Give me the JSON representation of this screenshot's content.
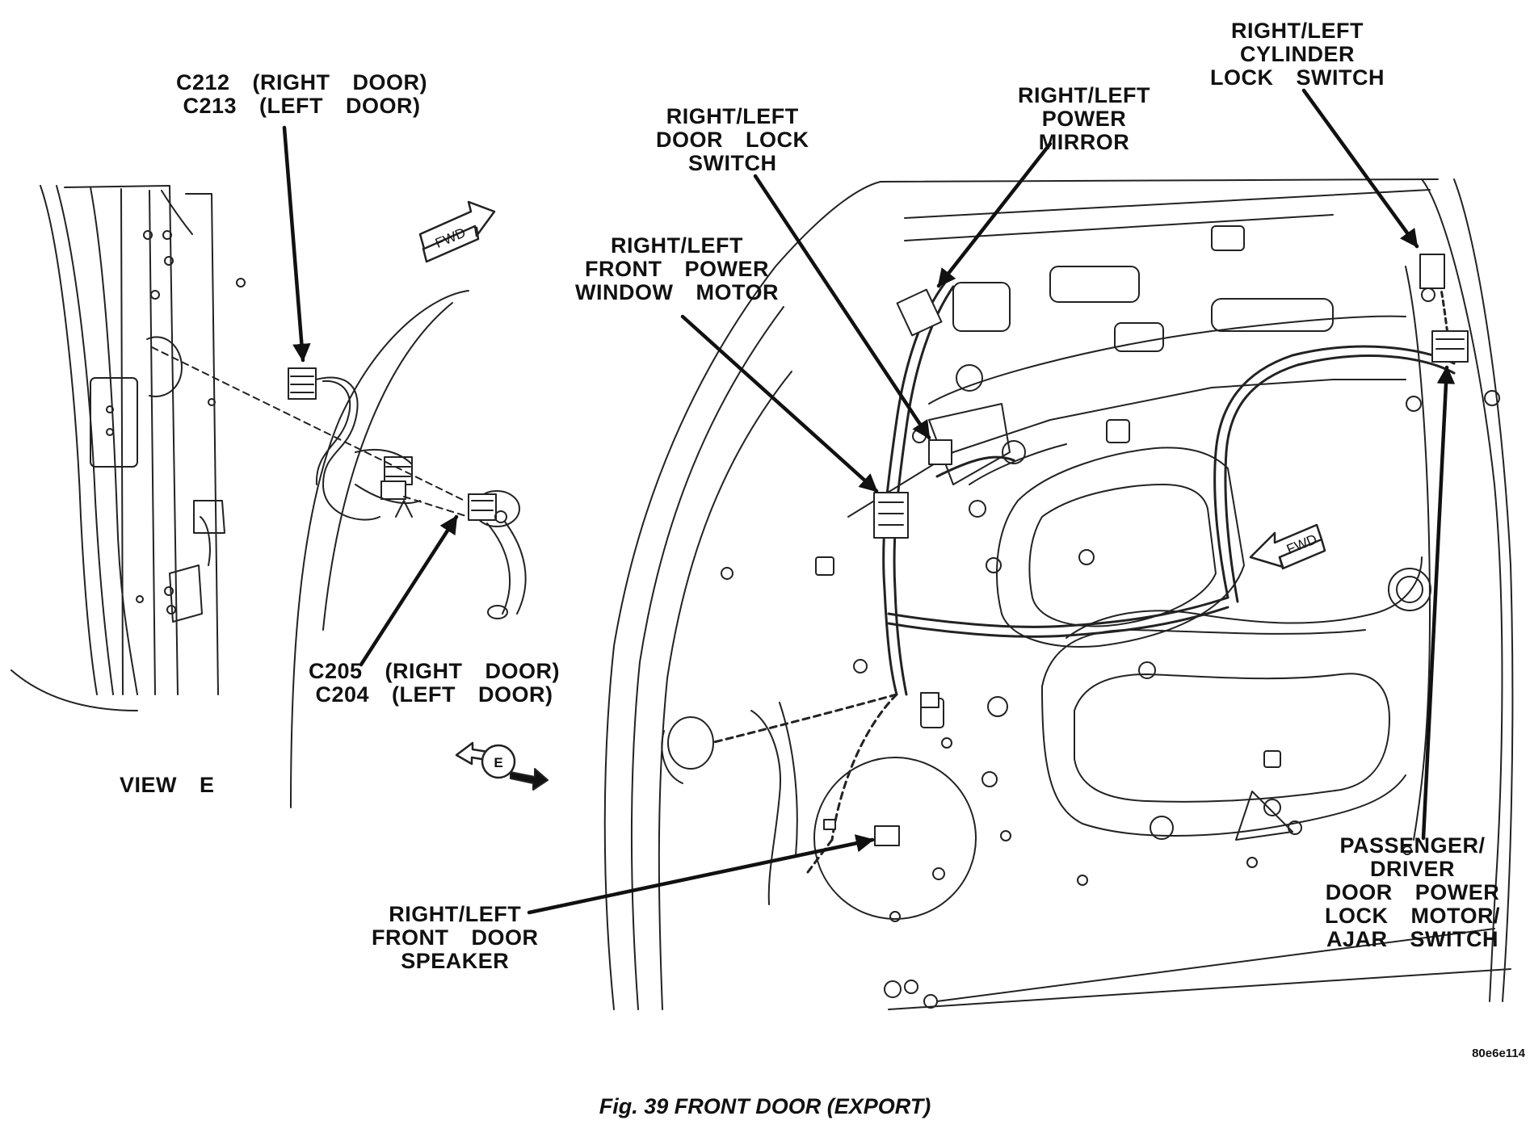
{
  "figure": {
    "caption": "Fig. 39 FRONT DOOR (EXPORT)",
    "code": "80e6e114",
    "view_label": "VIEW  E"
  },
  "labels": {
    "c212_c213": "C212  (RIGHT  DOOR)\nC213  (LEFT  DOOR)",
    "c205_c204": "C205  (RIGHT  DOOR)\nC204  (LEFT  DOOR)",
    "window_motor": "RIGHT/LEFT\nFRONT  POWER\nWINDOW  MOTOR",
    "door_lock_switch": "RIGHT/LEFT\nDOOR  LOCK\nSWITCH",
    "power_mirror": "RIGHT/LEFT\nPOWER\nMIRROR",
    "cylinder_lock_switch": "RIGHT/LEFT\nCYLINDER\nLOCK  SWITCH",
    "speaker": "RIGHT/LEFT\nFRONT  DOOR\nSPEAKER",
    "lock_motor": "PASSENGER/\nDRIVER\nDOOR  POWER\nLOCK  MOTOR/\nAJAR  SWITCH"
  },
  "arrows": {
    "fwd_left": "FWD",
    "fwd_right": "FWD",
    "view_marker": "E"
  }
}
